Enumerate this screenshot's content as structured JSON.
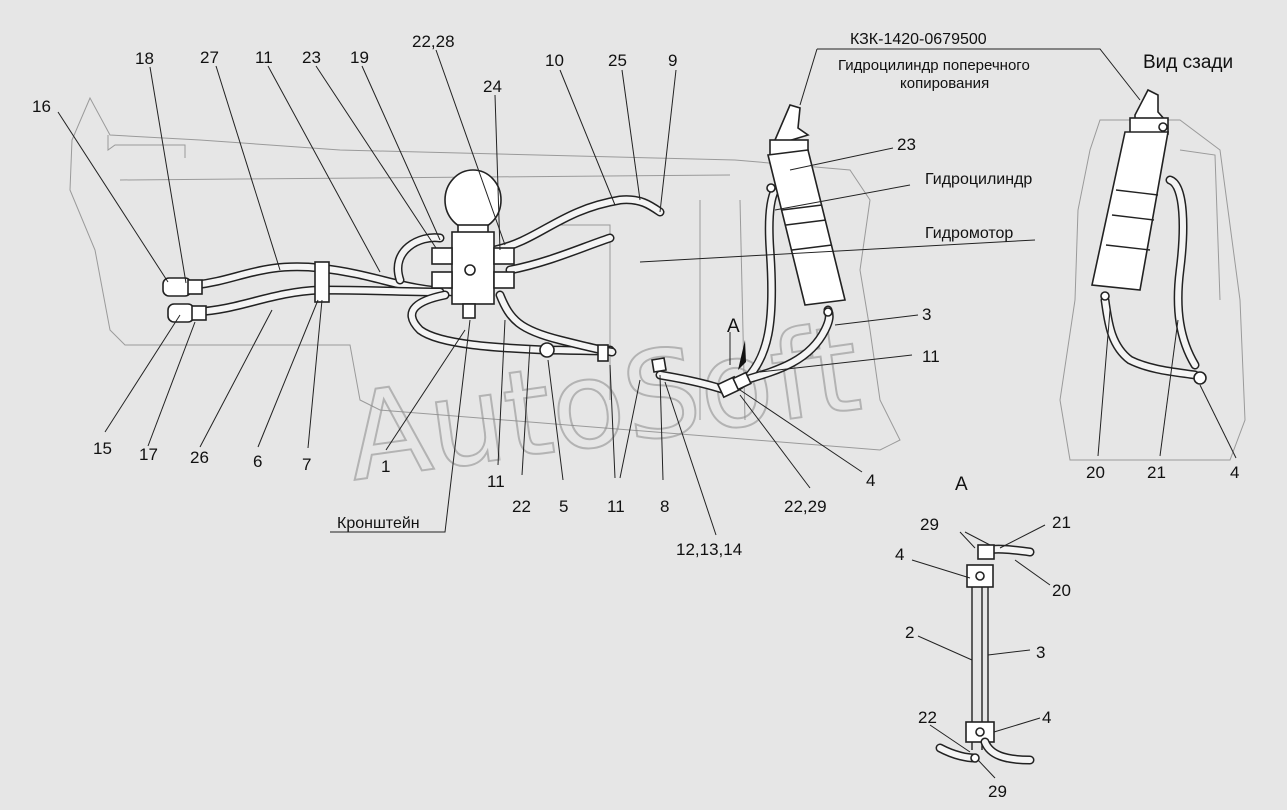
{
  "title_code": "КЗК-1420-0679500",
  "title_desc_line1": "Гидроцилиндр поперечного",
  "title_desc_line2": "копирования",
  "view_rear": "Вид сзади",
  "view_a_main": "А",
  "view_a_detail": "А",
  "watermark": "AutoSoft",
  "callouts": {
    "c16": "16",
    "c18": "18",
    "c27": "27",
    "c11a": "11",
    "c23a": "23",
    "c19": "19",
    "c2228": "22,28",
    "c24": "24",
    "c10": "10",
    "c25": "25",
    "c9": "9",
    "c23b": "23",
    "c3a": "3",
    "c11b": "11",
    "c15": "15",
    "c17": "17",
    "c26": "26",
    "c6": "6",
    "c7": "7",
    "c1": "1",
    "c11c": "11",
    "c22a": "22",
    "c5": "5",
    "c11d": "11",
    "c8": "8",
    "c4a": "4",
    "c2229": "22,29",
    "c121314": "12,13,14",
    "c20a": "20",
    "c21a": "21",
    "c4b": "4",
    "c29a": "29",
    "c21b": "21",
    "c4c": "4",
    "c20b": "20",
    "c2": "2",
    "c3b": "3",
    "c22b": "22",
    "c4d": "4",
    "c29b": "29"
  },
  "labels": {
    "hydrocylinder": "Гидроцилиндр",
    "hydromotor": "Гидромотор",
    "bracket": "Кронштейн"
  }
}
